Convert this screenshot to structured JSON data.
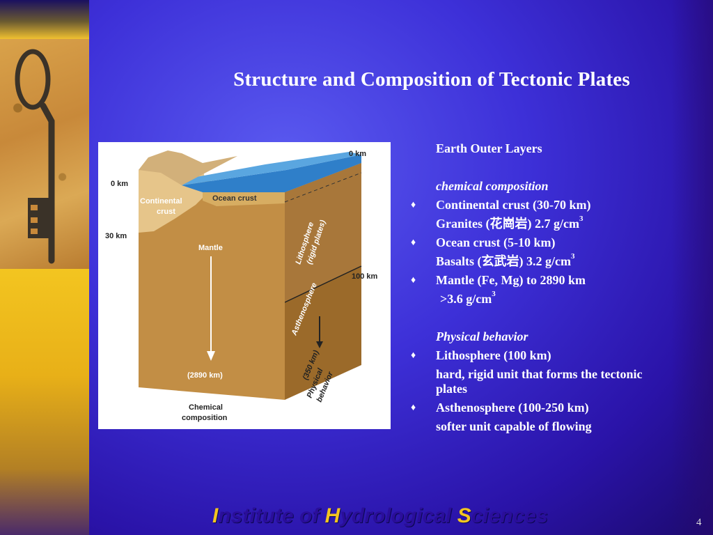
{
  "slide": {
    "title": "Structure and Composition of Tectonic Plates",
    "page_number": "4"
  },
  "footer": {
    "part1_cap": "I",
    "part1_rest": "nstitute  of ",
    "part2_cap": "H",
    "part2_rest": "ydrological ",
    "part3_cap": "S",
    "part3_rest": "ciences"
  },
  "panel": {
    "heading": "Earth Outer Layers",
    "chem_heading": "chemical composition",
    "item1": "Continental crust (30-70 km)",
    "item1_sub": "Granites (花崗岩) 2.7 g/cm",
    "item2": "Ocean crust (5-10 km)",
    "item2_sub": "Basalts (玄武岩) 3.2 g/cm",
    "item3": "Mantle (Fe, Mg) to 2890 km",
    "item3_sub": ">3.6 g/cm",
    "sup": "3",
    "phys_heading": "Physical behavior",
    "item4": "Lithosphere (100 km)",
    "item4_sub": "hard, rigid unit that forms the tectonic plates",
    "item5": "Asthenosphere (100-250 km)",
    "item5_sub": "softer unit capable of flowing",
    "bullet": "♦"
  },
  "diagram": {
    "label_0km_right": "0 km",
    "label_0km_left": "0 km",
    "label_30km": "30 km",
    "label_100km": "100 km",
    "label_continental_1": "Continental",
    "label_continental_2": "crust",
    "label_ocean": "Ocean crust",
    "label_mantle": "Mantle",
    "label_2890": "(2890 km)",
    "label_lith_1": "Lithosphere",
    "label_lith_2": "(rigid plates)",
    "label_asth": "Asthenosphere",
    "label_350": "(350 km)",
    "label_phys_1": "Physical",
    "label_phys_2": "behavior",
    "label_chem_1": "Chemical",
    "label_chem_2": "composition"
  }
}
